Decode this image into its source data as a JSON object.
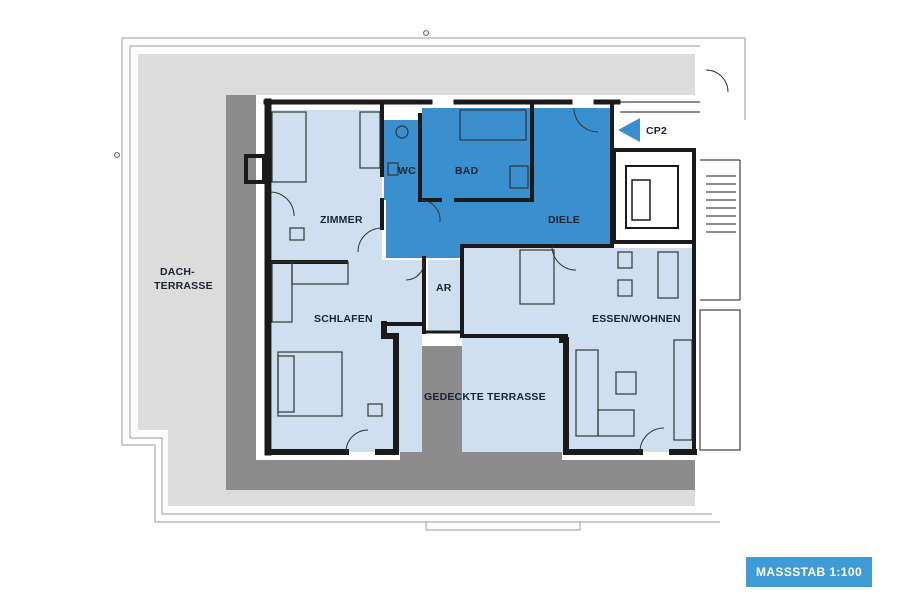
{
  "rooms": {
    "zimmer": "ZIMMER",
    "wc": "WC",
    "bad": "BAD",
    "diele": "DIELE",
    "ar": "AR",
    "schlafen": "SCHLAFEN",
    "essen_wohnen": "ESSEN/WOHNEN",
    "gedeckte_terrasse": "GEDECKTE TERRASSE",
    "dachterrasse_line1": "DACH-",
    "dachterrasse_line2": "TERRASSE"
  },
  "markers": {
    "staircase_code": "CP2"
  },
  "scale": {
    "label": "MASSSTAB 1:100"
  },
  "colors": {
    "light_blue_room": "#cfdff0",
    "dark_blue_room": "#3a8fce",
    "terrace_gray": "#dcdcdc",
    "wall_strip_gray": "#8c8c8c",
    "wall": "#1a1a1a",
    "scale_badge": "#3f9bd6"
  }
}
